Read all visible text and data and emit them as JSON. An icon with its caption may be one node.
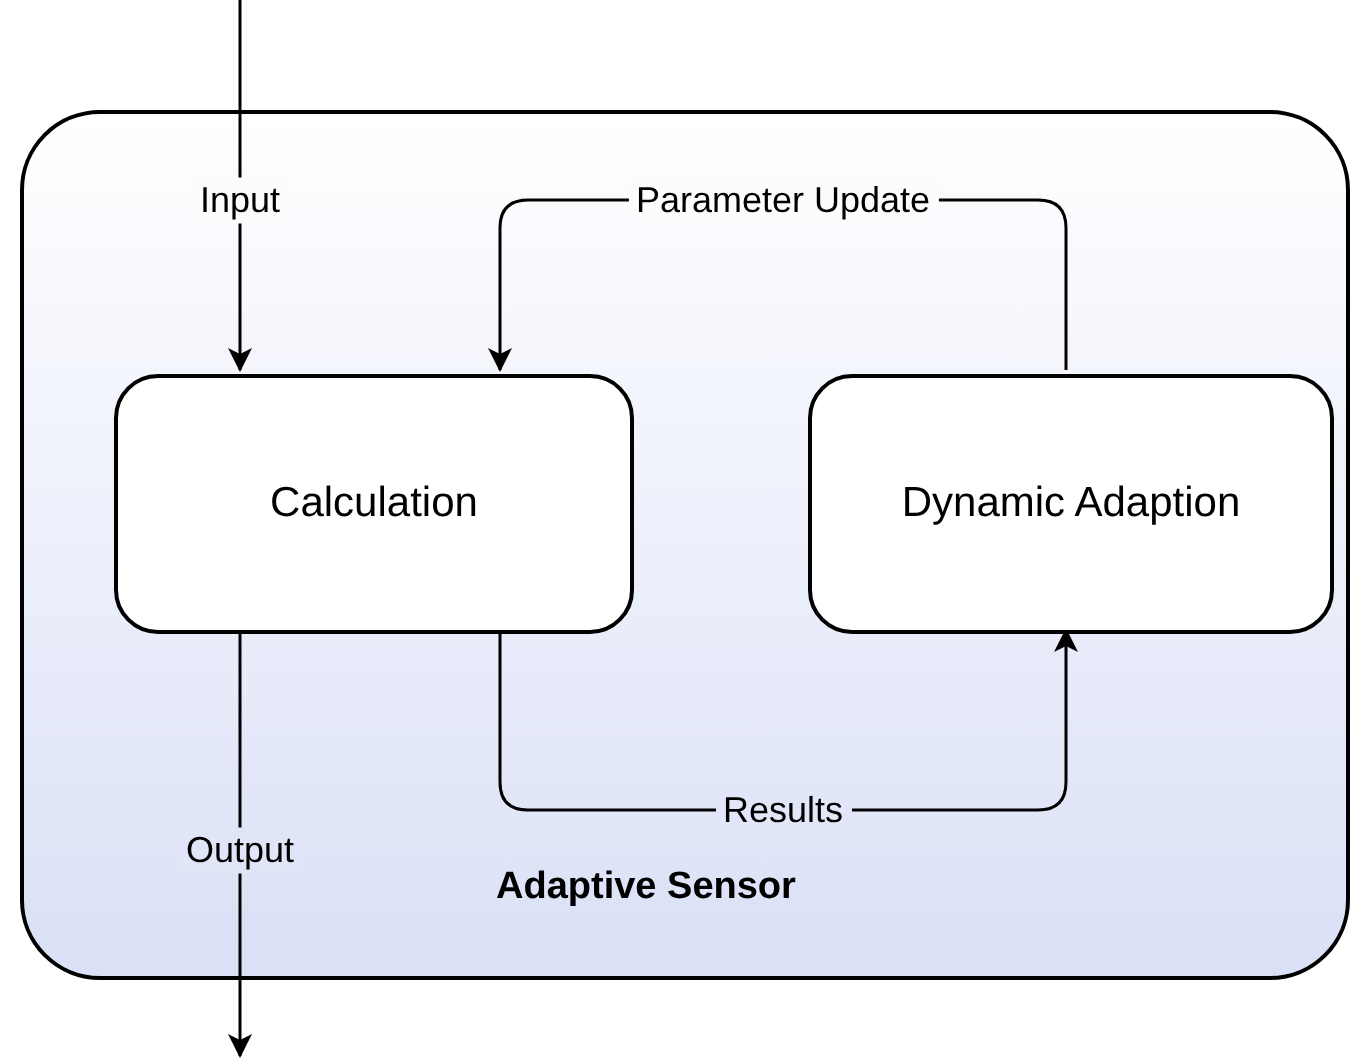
{
  "diagram": {
    "nodes": [
      {
        "text": [
          "Adaptive Sensor"
        ]
      },
      {
        "text": [
          "Calculation"
        ],
        "in": 0
      },
      {
        "text": [
          "Dynamic Adaption"
        ],
        "in": 0
      }
    ],
    "edges": [
      {
        "from": null,
        "to": 1,
        "arrow": "to",
        "label": "Input"
      },
      {
        "from": 1,
        "to": null,
        "arrow": "to",
        "label": "Output"
      },
      {
        "from": 1,
        "to": 2,
        "arrow": "to",
        "label": "Results"
      },
      {
        "from": 2,
        "to": 1,
        "arrow": "to",
        "label": "Parameter Update"
      }
    ]
  }
}
